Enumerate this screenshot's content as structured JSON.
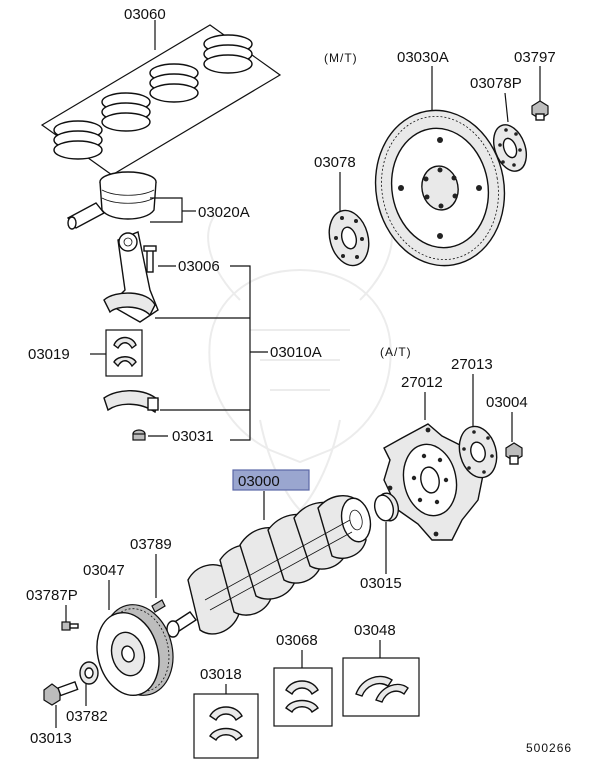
{
  "diagram": {
    "labels": {
      "pistonRings": "03060",
      "pistonPin": "03020A",
      "conrodBolt": "03006",
      "conrodBearing": "03019",
      "conrodAssembly": "03010A",
      "conrodNut": "03031",
      "flywheelMT": "03030A",
      "flywheelBolt": "03797",
      "flywheelPlateMT": "03078P",
      "flywheelSpacer": "03078",
      "driveplateBolt": "03004",
      "driveplatePlate": "27013",
      "driveplate": "27012",
      "pilotBushing": "03015",
      "crankshaft": "03000",
      "woodruffKey": "03789",
      "pulley": "03047",
      "pulleyPin": "03787P",
      "pulleyWasher": "03782",
      "pulleyBolt": "03013",
      "mainBearingA": "03018",
      "mainBearingB": "03068",
      "thrustWasher": "03048"
    },
    "mtNote": "(M/T)",
    "atNote": "(A/T)",
    "footerCode": "500266",
    "highlightedPart": "03000",
    "colors": {
      "highlight": "#9aa6cf",
      "line": "#111111",
      "watermark": "#ececec"
    }
  }
}
